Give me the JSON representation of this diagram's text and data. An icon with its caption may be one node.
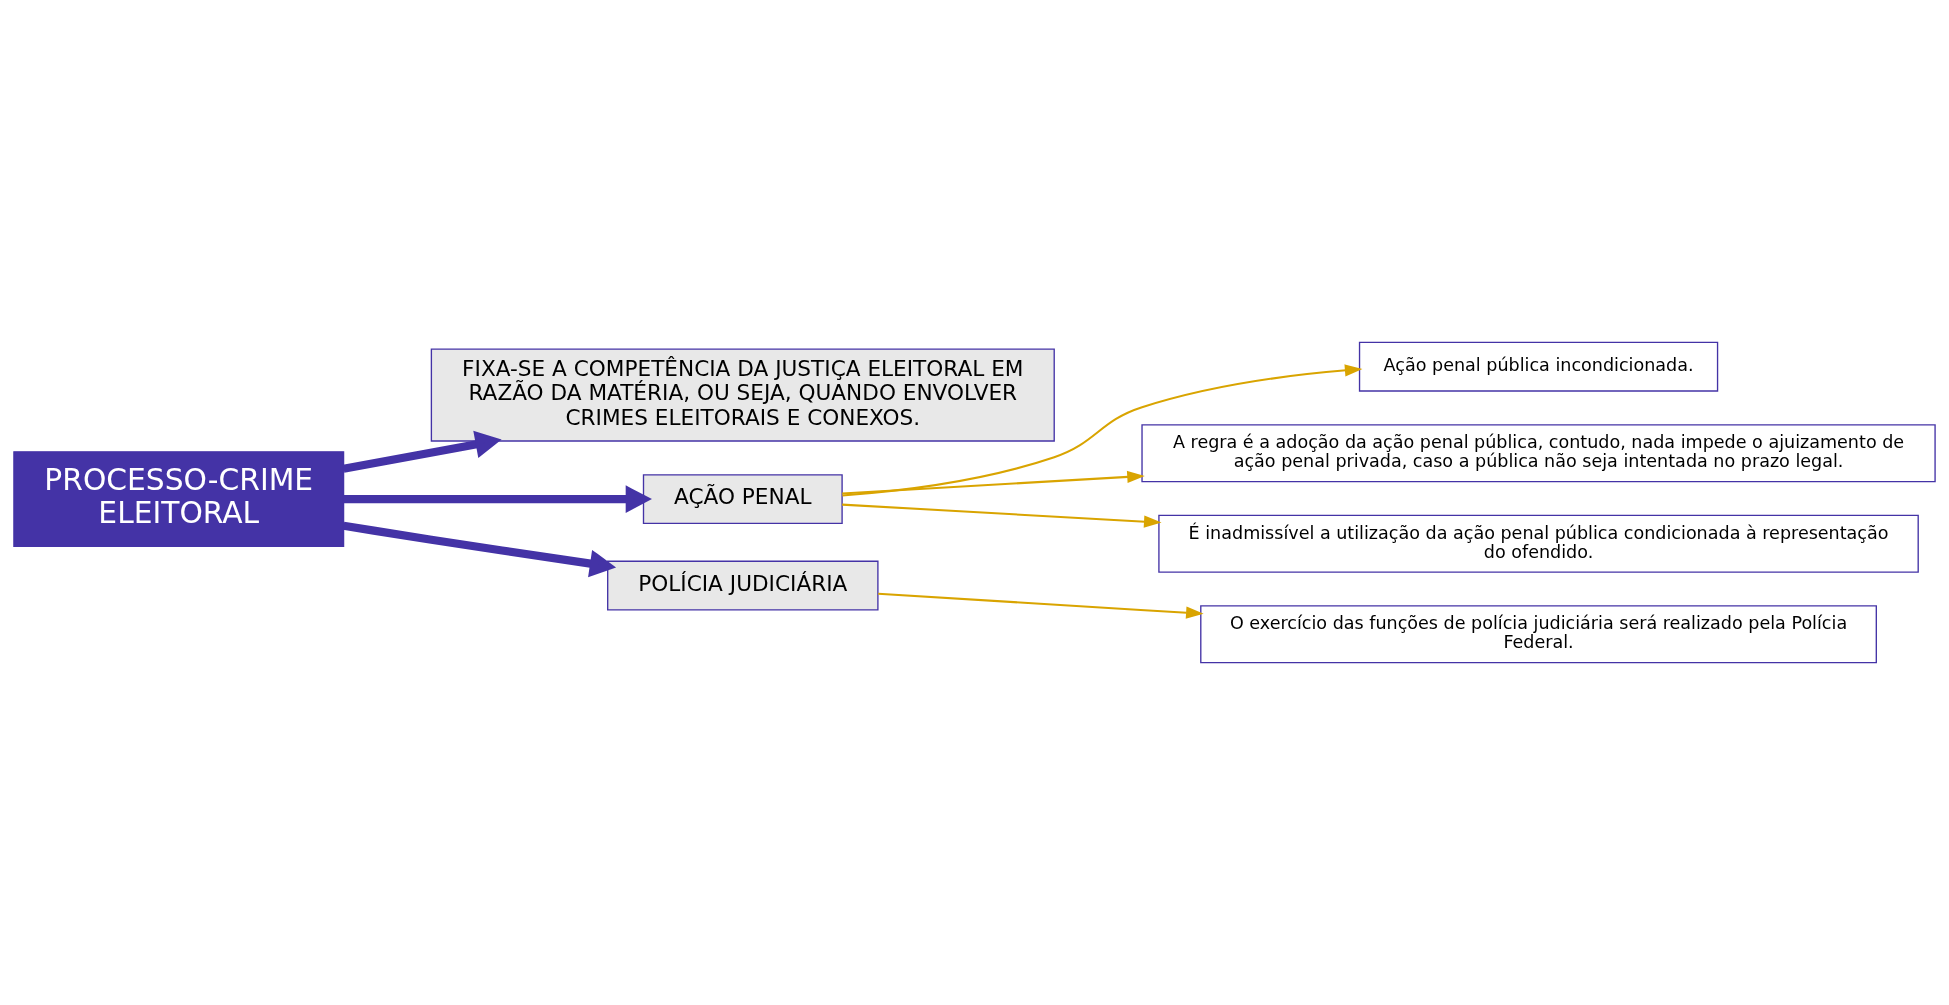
{
  "diagram": {
    "nodes": [
      {
        "text": [
          "PROCESSO-CRIME ELEITORAL"
        ]
      },
      {
        "text": [
          "FIXA-SE A COMPETÊNCIA DA JUSTIÇA ELEITORAL EM RAZÃO DA MATÉRIA, OU SEJA, QUANDO ENVOLVER CRIMES ELEITORAIS E CONEXOS."
        ]
      },
      {
        "text": [
          "AÇÃO PENAL"
        ]
      },
      {
        "text": [
          "Ação penal pública incondicionada."
        ]
      },
      {
        "text": [
          "A regra é a adoção da ação penal pública, contudo, nada impede o ajuizamento de ação penal privada, caso a pública não seja intentada no prazo legal."
        ]
      },
      {
        "text": [
          "É inadmissível a utilização da ação penal pública condicionada à representação do ofendido."
        ]
      },
      {
        "text": [
          "POLÍCIA JUDICIÁRIA"
        ]
      },
      {
        "text": [
          "O exercício das funções de polícia judiciária será realizado pela Polícia Federal."
        ]
      }
    ],
    "edges": [
      {
        "from": 0,
        "to": 1,
        "arrow": "to",
        "style": "thick",
        "color": "#4433a6"
      },
      {
        "from": 0,
        "to": 2,
        "arrow": "to",
        "style": "thick",
        "color": "#4433a6"
      },
      {
        "from": 0,
        "to": 6,
        "arrow": "to",
        "style": "thick",
        "color": "#4433a6"
      },
      {
        "from": 2,
        "to": 3,
        "arrow": "to"
      },
      {
        "from": 2,
        "to": 4,
        "arrow": "to"
      },
      {
        "from": 2,
        "to": 5,
        "arrow": "to"
      },
      {
        "from": 6,
        "to": 7,
        "arrow": "to"
      }
    ]
  }
}
